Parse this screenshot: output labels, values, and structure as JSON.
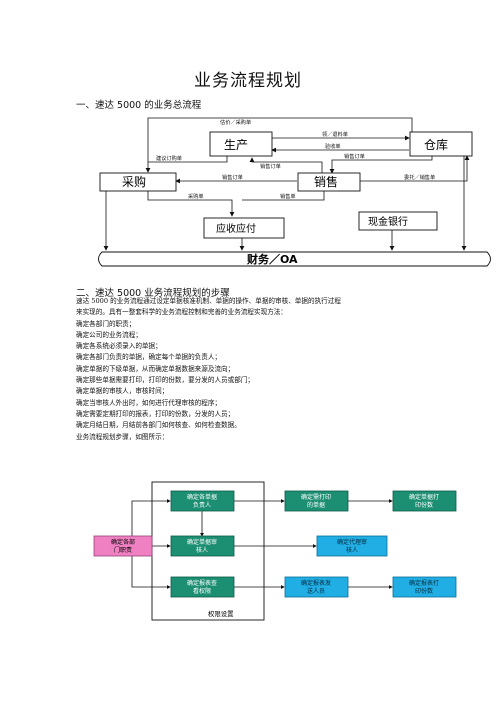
{
  "doc": {
    "title": "业务流程规划",
    "section1": "一、速达 5000 的业务总流程",
    "section2": "二、速达 5000 业务流程规划的步骤",
    "intro_lines": [
      "速达 5000 的业务流程通过设定单据核准机制、单据的操作、单据的审核、单据的执行过程",
      "来实现的。具有一整套科学的业务流程控制和完善的业务流程实现方法："
    ],
    "steps": [
      "确定各部门的职责；",
      "确定公司的业务流程；",
      "确定各系统必须录入的单据；",
      "确定各部门负责的单据，确定每个单据的负责人；",
      "确定单据的下级单据，从而确定单据数据来源及流向；",
      "确定那些单据需要打印，打印的份数，要分发的人员或部门；",
      "确定单据的审核人，审核时间；",
      "确定当审核人外出时，如何进行代理审核的程序；",
      "确定需要定期打印的报表，打印的份数，分发的人员；",
      "确定月结日期，月结前各部门如何核查、如何检查数据。"
    ],
    "figure_intro": "业务流程规划步骤，如图所示："
  },
  "diagram1": {
    "nodes": {
      "production": "生产",
      "warehouse": "仓库",
      "purchase": "采购",
      "sales": "销售",
      "cash_bank": "现金银行",
      "ar_ap": "应收应付",
      "finance_oa": "财务／OA"
    },
    "labels": {
      "estimate_po": "估价／采购单",
      "pick_material": "领／退料单",
      "receipt": "验收单",
      "suggest_order": "建议订购单",
      "sales_order_top": "销售订单",
      "sales_order_mid": "销售订单",
      "sales_order_left": "销售订单",
      "consign_sales": "委托／销售单",
      "purchase_doc": "采购单",
      "sales_doc": "销售单"
    }
  },
  "diagram2": {
    "start": [
      "确定各部",
      "门职责"
    ],
    "row1": [
      [
        "确定各单据",
        "负责人"
      ],
      [
        "确定需打印",
        "的单据"
      ],
      [
        "确定单据打",
        "印份数"
      ]
    ],
    "row2": [
      [
        "确定单据审",
        "核人"
      ],
      [
        "确定代理审",
        "核人"
      ]
    ],
    "row3": [
      [
        "确定报表查",
        "看权限"
      ],
      [
        "确定报表发",
        "送人员"
      ],
      [
        "确定报表打",
        "印份数"
      ]
    ],
    "frame_label": "权限设置"
  },
  "colors": {
    "teal": "#1c8f73",
    "teal_border": "#0b5b46",
    "pink": "#ef80c2",
    "blue": "#20aee4",
    "blue_border": "#0b6f9a"
  }
}
